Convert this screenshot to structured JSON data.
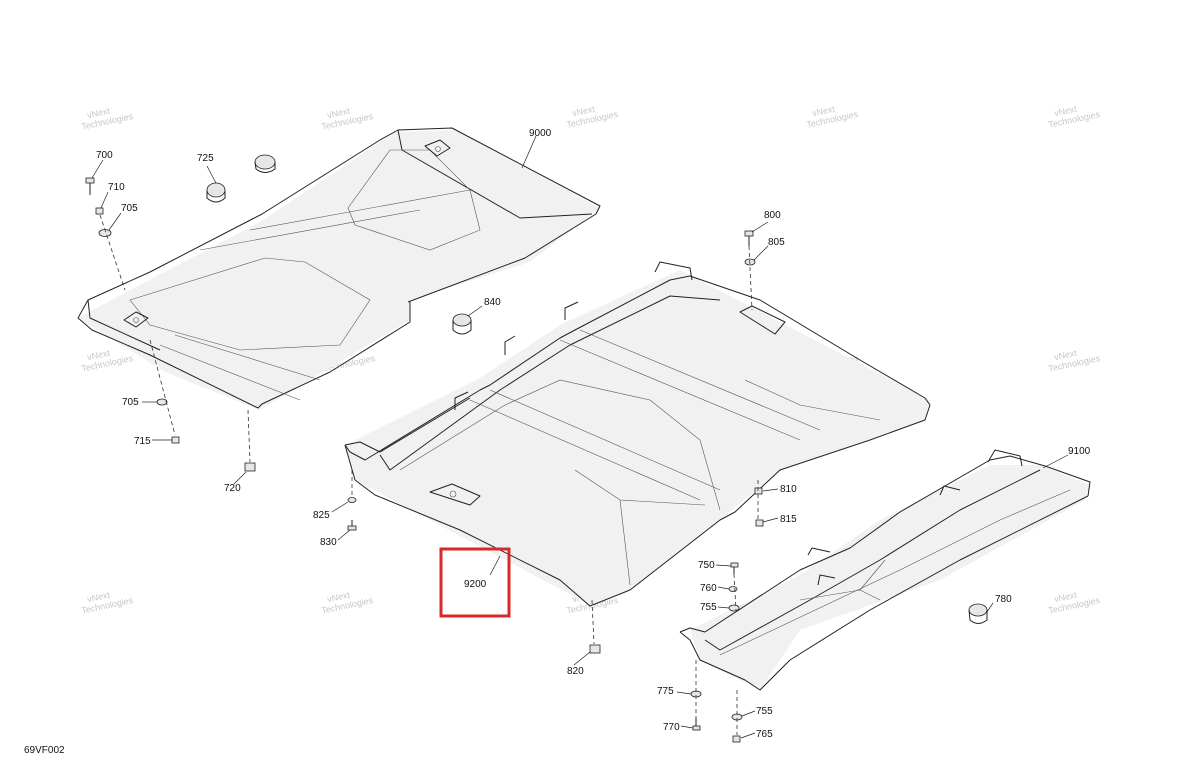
{
  "diagram": {
    "code": "69VF002",
    "watermark_line1": "vNext",
    "watermark_line2": "Technologies",
    "watermark_text": "vNext Technologies",
    "highlight_color": "#d62a2a",
    "highlighted_part": "9200",
    "labels": {
      "p700": "700",
      "p710": "710",
      "p705a": "705",
      "p725": "725",
      "p9000": "9000",
      "p800": "800",
      "p805": "805",
      "p840": "840",
      "p705b": "705",
      "p715": "715",
      "p720": "720",
      "p825": "825",
      "p830": "830",
      "p9200": "9200",
      "p810": "810",
      "p815": "815",
      "p9100": "9100",
      "p750": "750",
      "p760": "760",
      "p755a": "755",
      "p780": "780",
      "p820": "820",
      "p775": "775",
      "p770": "770",
      "p755b": "755",
      "p765": "765"
    }
  }
}
